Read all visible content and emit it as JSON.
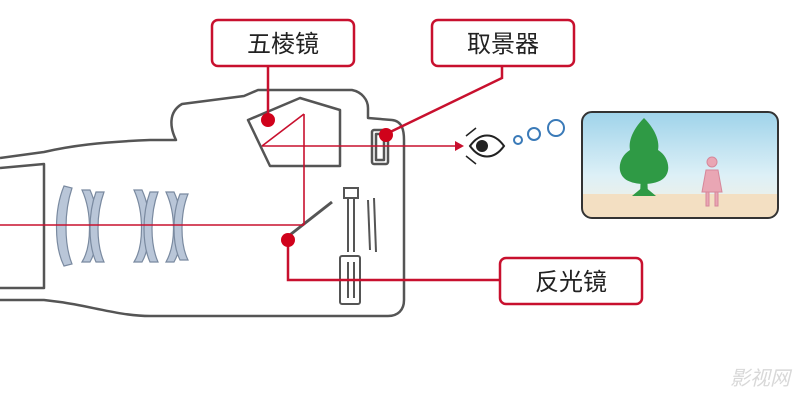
{
  "labels": {
    "pentaprism": "五棱镜",
    "viewfinder": "取景器",
    "reflex_mirror": "反光镜"
  },
  "watermark": "影视网",
  "colors": {
    "outline": "#555555",
    "callout_border": "#c8102e",
    "light_path": "#c8102e",
    "lens_fill": "#b9c6d8",
    "sky_top": "#c4e3f1",
    "ground": "#f3dfc2",
    "tree": "#2f9a45",
    "person": "#e9a6b4",
    "dot": "#d0021b"
  },
  "icons": {
    "eye": "eye-icon",
    "tree": "tree-icon",
    "person": "person-icon",
    "thought_bubbles": "thought-bubble-icon"
  }
}
